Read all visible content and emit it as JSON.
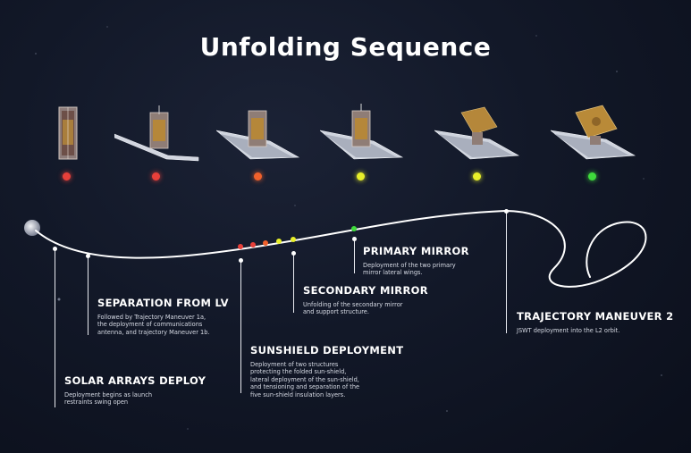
{
  "title": "Unfolding Sequence",
  "status_colors": {
    "red": "#e8403a",
    "orange": "#f0612c",
    "yellow": "#e8ef2a",
    "green": "#3fdb3c"
  },
  "stages": [
    {
      "status": "red"
    },
    {
      "status": "red"
    },
    {
      "status": "orange"
    },
    {
      "status": "yellow"
    },
    {
      "status": "yellow"
    },
    {
      "status": "green"
    }
  ],
  "milestones": [
    {
      "title": "SOLAR ARRAYS DEPLOY",
      "description": "Deployment begins as launch\nrestraints swing open"
    },
    {
      "title": "SEPARATION FROM LV",
      "description": "Followed by Trajectory Maneuver 1a,\nthe deployment of communications\nantenna, and trajectory Maneuver 1b."
    },
    {
      "title": "SUNSHIELD DEPLOYMENT",
      "description": "Deployment of two structures\nprotecting the folded sun-shield,\nlateral deployment of the sun-shield,\nand tensioning and separation of the\nfive sun-shield insulation layers."
    },
    {
      "title": "SECONDARY MIRROR",
      "description": "Unfolding of the secondary mirror\nand support structure."
    },
    {
      "title": "PRIMARY MIRROR",
      "description": "Deployment of the two primary\nmirror lateral wings."
    },
    {
      "title": "TRAJECTORY MANEUVER 2",
      "description": "JSWT deployment into the L2 orbit."
    }
  ]
}
